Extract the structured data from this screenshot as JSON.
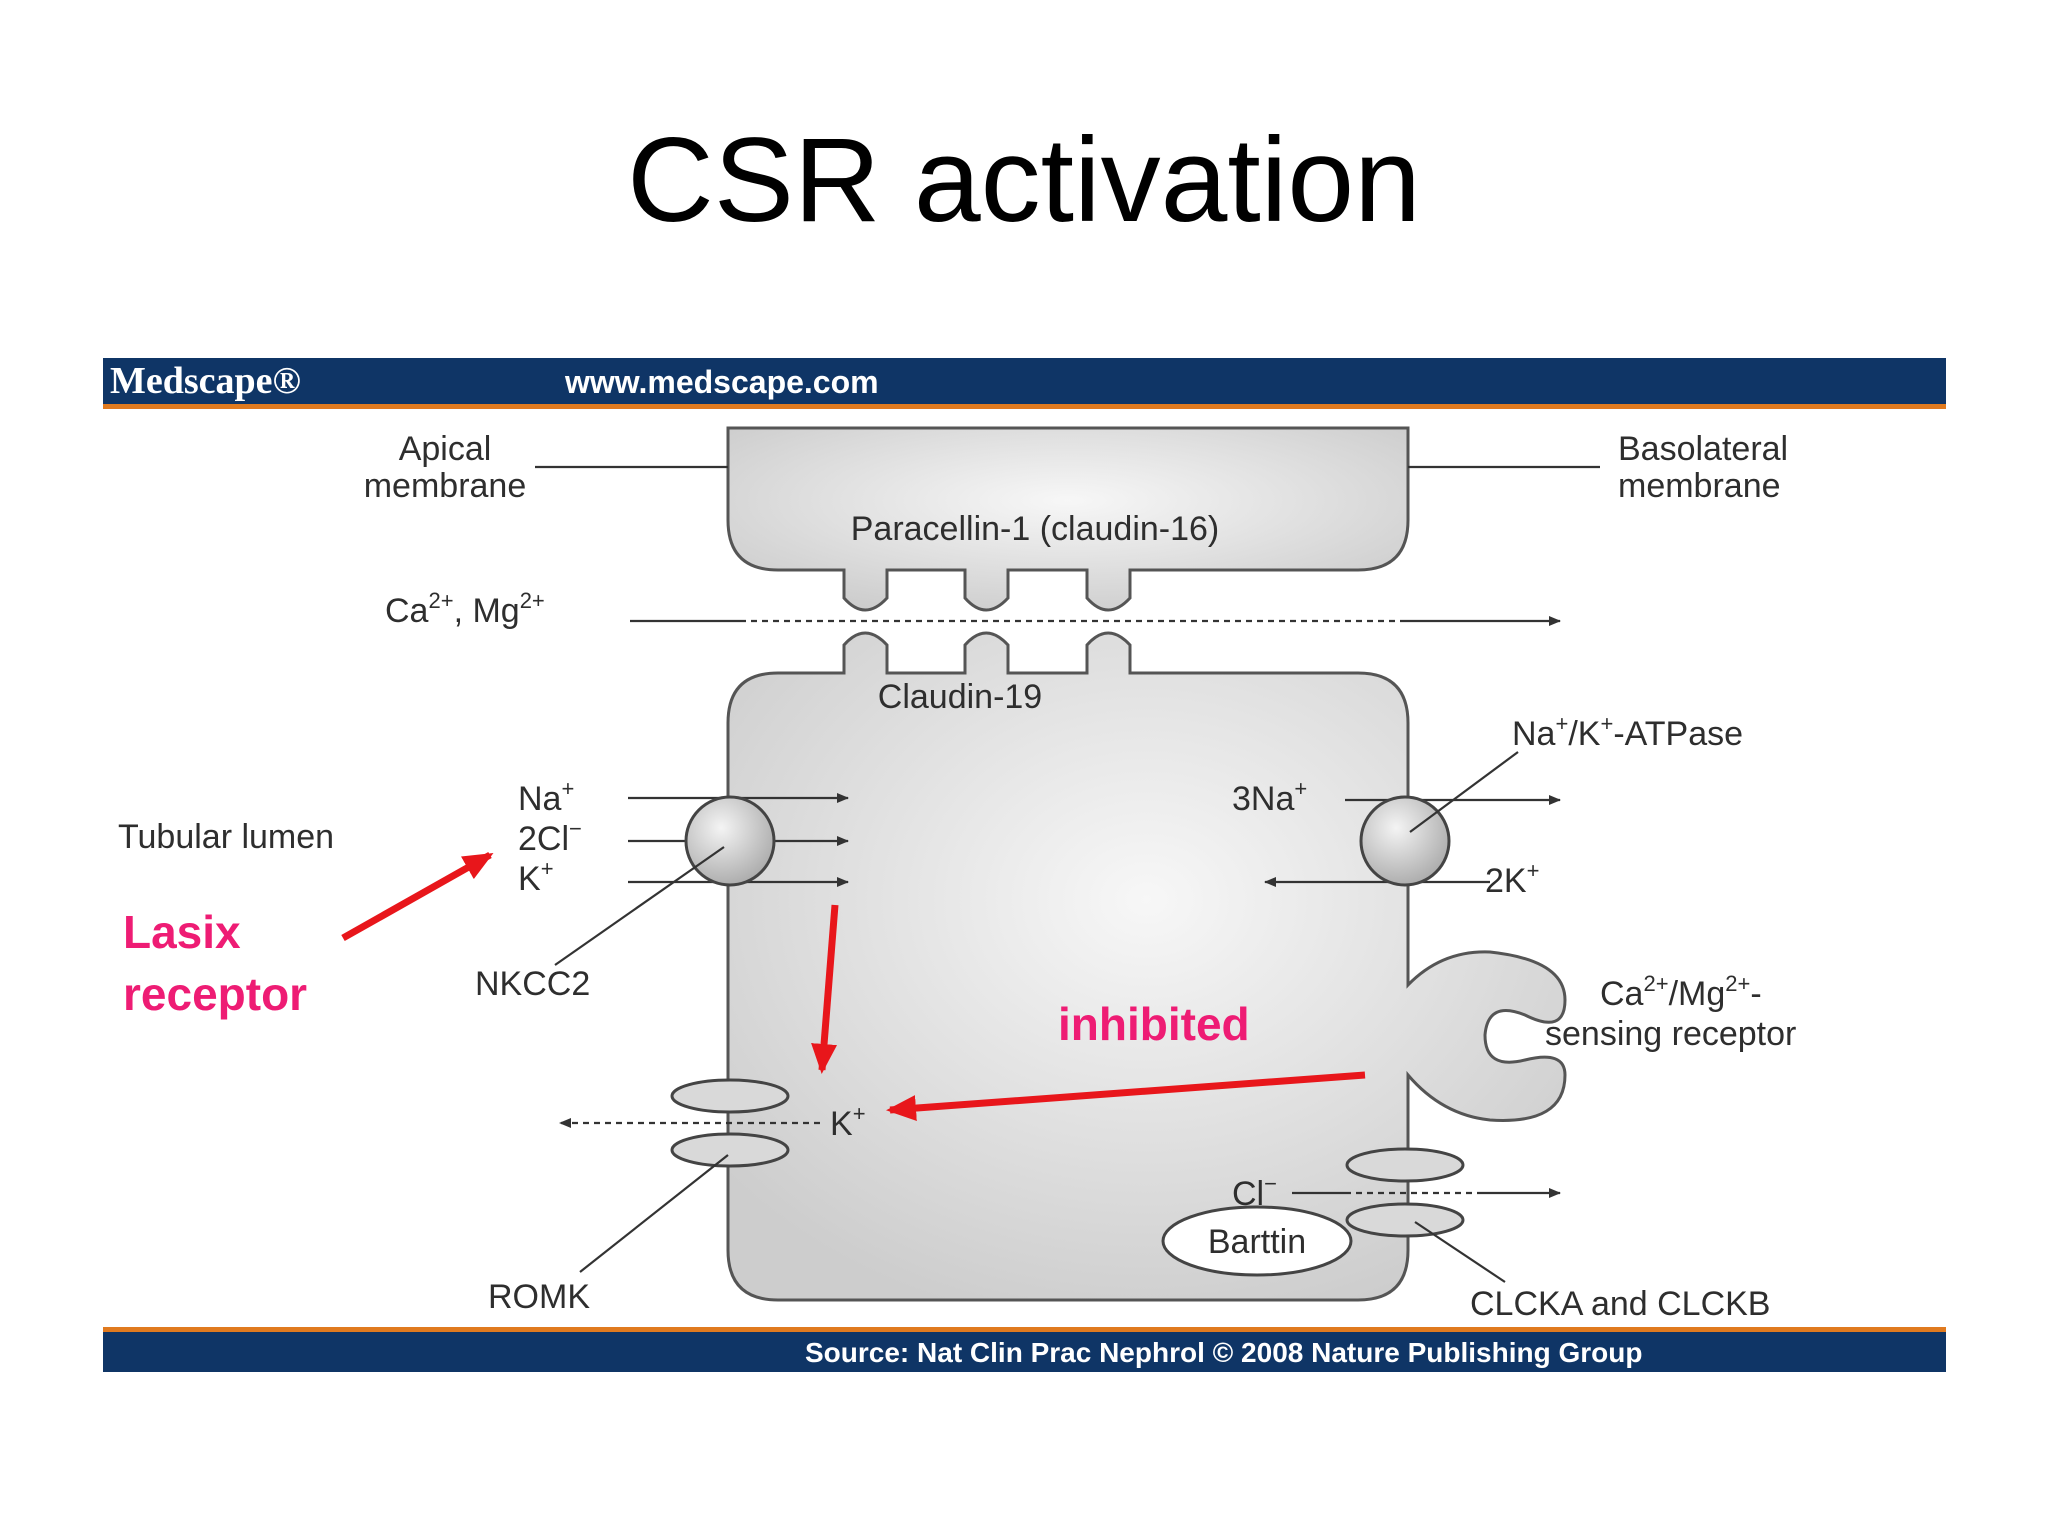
{
  "slide_title": "CSR activation",
  "header": {
    "brand": "Medscape®",
    "url": "www.medscape.com"
  },
  "footer": {
    "source": "Source: Nat Clin Prac Nephrol © 2008 Nature Publishing Group"
  },
  "labels": {
    "apical_1": "Apical",
    "apical_2": "membrane",
    "basolateral_1": "Basolateral",
    "basolateral_2": "membrane",
    "paracellin": "Paracellin-1 (claudin-16)",
    "ca_mg_base": "Ca",
    "ca_mg_sup1": "2+",
    "ca_mg_mid": ", Mg",
    "ca_mg_sup2": "2+",
    "claudin19": "Claudin-19",
    "atpase_base1": "Na",
    "atpase_sup1": "+",
    "atpase_mid": "/K",
    "atpase_sup2": "+",
    "atpase_end": "-ATPase",
    "na3_base": "3Na",
    "na3_sup": "+",
    "k2_base": "2K",
    "k2_sup": "+",
    "tubular_lumen": "Tubular lumen",
    "na_base": "Na",
    "na_sup": "+",
    "cl2_base": "2Cl",
    "cl2_sup": "−",
    "k_base": "K",
    "k_sup": "+",
    "nkcc2": "NKCC2",
    "casr_1_base1": "Ca",
    "casr_1_sup1": "2+",
    "casr_1_mid": "/Mg",
    "casr_1_sup2": "2+",
    "casr_1_end": "-",
    "casr_2": "sensing receptor",
    "romk_k_base": "K",
    "romk_k_sup": "+",
    "romk": "ROMK",
    "cl_base": "Cl",
    "cl_sup": "−",
    "barttin": "Barttin",
    "clck": "CLCKA and CLCKB"
  },
  "annotations": {
    "lasix_1": "Lasix",
    "lasix_2": "receptor",
    "inhibited": "inhibited"
  },
  "colors": {
    "header_bar": "#0f3566",
    "accent_stripe": "#e07a1f",
    "annotation_text": "#ee1c74",
    "annotation_arrow": "#e8161b",
    "cell_fill": "#d6d6d6"
  }
}
